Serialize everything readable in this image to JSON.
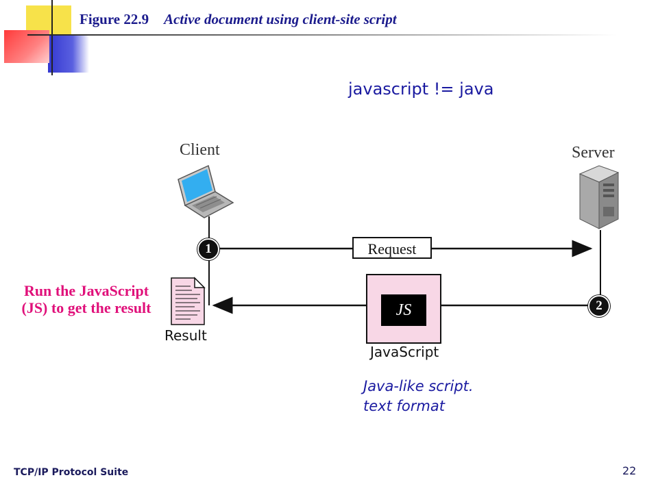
{
  "figure": {
    "number": "Figure 22.9",
    "caption": "Active document using client-site script"
  },
  "notes": {
    "top": "javascript != java",
    "bottom_line1": "Java-like script.",
    "bottom_line2": "text format"
  },
  "diagram": {
    "client_label": "Client",
    "server_label": "Server",
    "request_label": "Request",
    "step1": "1",
    "step2": "2",
    "js_box_text": "JS",
    "js_doc_label": "JavaScript",
    "result_label": "Result",
    "client_action_line1": "Run the JavaScript",
    "client_action_line2": "(JS) to get the result"
  },
  "footer": {
    "left": "TCP/IP Protocol Suite",
    "page": "22"
  },
  "colors": {
    "title": "#1a1a8c",
    "accent_pink": "#e0107a",
    "note_blue": "#1a1aa0",
    "doc_fill": "#f8d7e6"
  }
}
